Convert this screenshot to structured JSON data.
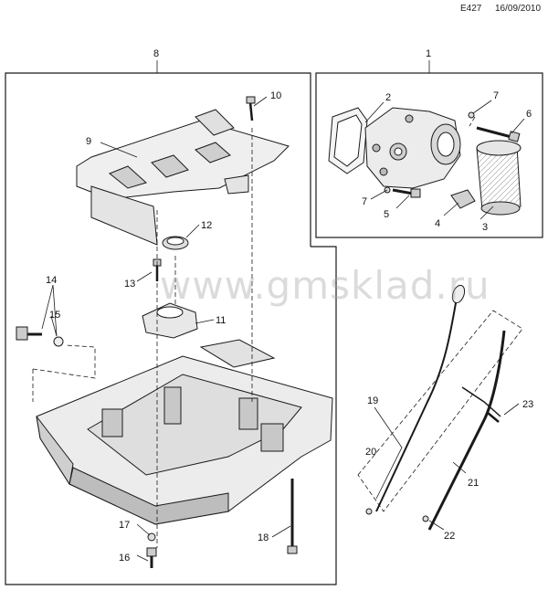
{
  "header": {
    "code": "E427",
    "date": "16/09/2010"
  },
  "watermark": "www.gmsklad.ru",
  "callouts": [
    "1",
    "2",
    "3",
    "4",
    "5",
    "6",
    "7",
    "7",
    "8",
    "9",
    "10",
    "11",
    "12",
    "13",
    "14",
    "15",
    "16",
    "17",
    "18",
    "19",
    "20",
    "21",
    "22",
    "23"
  ],
  "colors": {
    "line": "#1a1a1a",
    "part_fill": "#ececec",
    "part_dark": "#b9b9b9",
    "watermark": "#a0a0a0"
  }
}
